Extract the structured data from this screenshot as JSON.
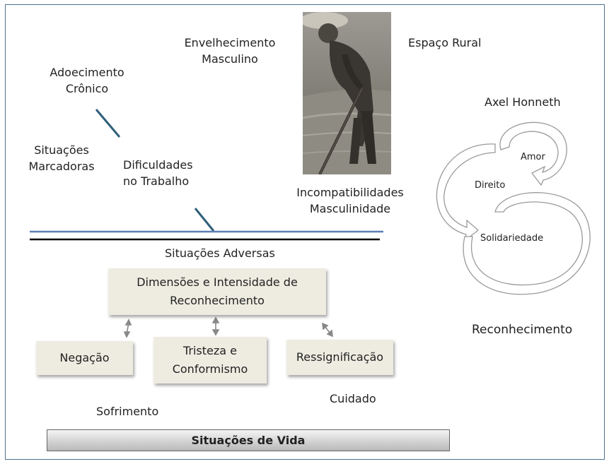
{
  "texts": {
    "adoecimento_1": "Adoecimento",
    "adoecimento_2": "Crônico",
    "envelhecimento_1": "Envelhecimento",
    "envelhecimento_2": "Masculino",
    "espaco_rural": "Espaço Rural",
    "axel_honneth": "Axel Honneth",
    "situacoes_1": "Situações",
    "situacoes_2": "Marcadoras",
    "dificuldades_1": "Dificuldades",
    "dificuldades_2": "no Trabalho",
    "incompat_1": "Incompatibilidades",
    "incompat_2": "Masculinidade",
    "situacoes_adversas": "Situações Adversas",
    "dimensoes_1": "Dimensões e Intensidade de",
    "dimensoes_2": "Reconhecimento",
    "negacao": "Negação",
    "tristeza_1": "Tristeza e",
    "tristeza_2": "Conformismo",
    "ressignificacao": "Ressignificação",
    "sofrimento": "Sofrimento",
    "cuidado": "Cuidado",
    "situacoes_vida": "Situações de Vida",
    "reconhecimento": "Reconhecimento",
    "amor": "Amor",
    "direito": "Direito",
    "solidariedade": "Solidariedade"
  },
  "colors": {
    "frame": "#4f6f8f",
    "connector": "#2f5f7a",
    "blue_line": "#5b7fb5",
    "box_fill": "#eeece1"
  }
}
